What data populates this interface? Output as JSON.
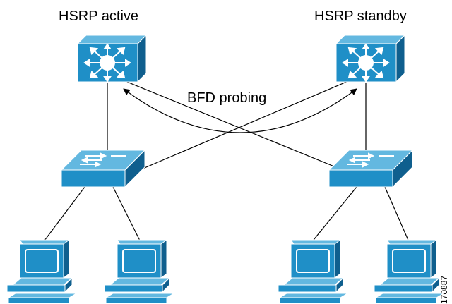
{
  "labels": {
    "router_left": "HSRP active",
    "router_right": "HSRP standby",
    "link": "BFD probing",
    "figure_id": "170887"
  },
  "colors": {
    "device_front": "#1f8fc7",
    "device_top": "#63b8e0",
    "device_side": "#0f5f8e",
    "line": "#000000"
  },
  "icons": {
    "router": "layer3-switch-icon",
    "switch": "workgroup-switch-icon",
    "pc": "workstation-icon"
  }
}
